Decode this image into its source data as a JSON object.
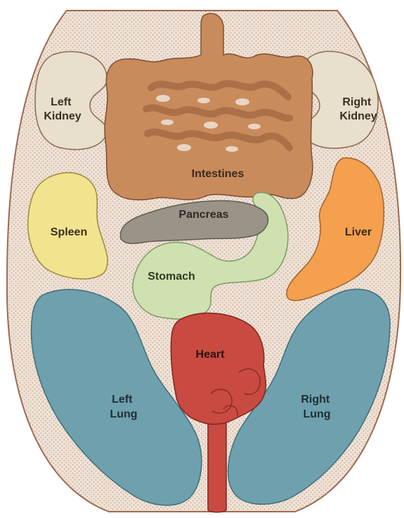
{
  "organs": {
    "left_kidney": {
      "line1": "Left",
      "line2": "Kidney",
      "color": "#e8dfcc"
    },
    "right_kidney": {
      "line1": "Right",
      "line2": "Kidney",
      "color": "#e8dfcc"
    },
    "intestines": {
      "label": "Intestines",
      "color": "#c98b5c"
    },
    "pancreas": {
      "label": "Pancreas",
      "color": "#9a9488"
    },
    "spleen": {
      "label": "Spleen",
      "color": "#f2e38e"
    },
    "liver": {
      "label": "Liver",
      "color": "#f4a04e"
    },
    "stomach": {
      "label": "Stomach",
      "color": "#cfe1b0"
    },
    "heart": {
      "label": "Heart",
      "color": "#c94a40"
    },
    "left_lung": {
      "line1": "Left",
      "line2": "Lung",
      "color": "#6ea0ad"
    },
    "right_lung": {
      "line1": "Right",
      "line2": "Lung",
      "color": "#6ea0ad"
    }
  },
  "body_color": "#efe2d6",
  "stipple_color": "#a0735a"
}
